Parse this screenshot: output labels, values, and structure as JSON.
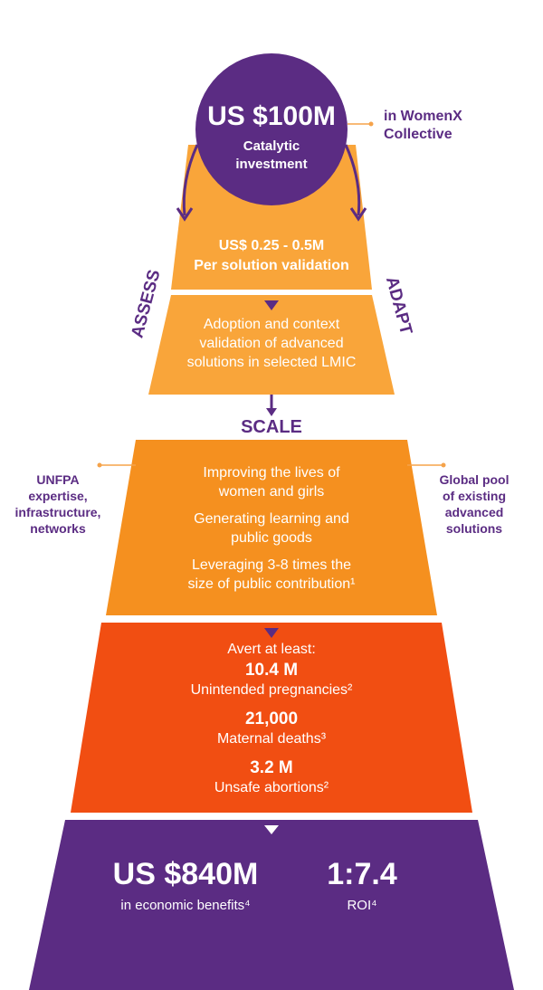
{
  "colors": {
    "purple": "#5b2c83",
    "light_orange": "#f9a53a",
    "orange": "#f5901f",
    "red_orange": "#f14e12",
    "dot_orange": "#f5a34a"
  },
  "top": {
    "amount": "US $100M",
    "subtitle_line1": "Catalytic",
    "subtitle_line2": "investment",
    "side_note_line1": "in WomenX",
    "side_note_line2": "Collective"
  },
  "assess_adapt": {
    "validation_amount": "US$ 0.25 - 0.5M",
    "validation_label": "Per solution validation",
    "adoption_line1": "Adoption and context",
    "adoption_line2": "validation of advanced",
    "adoption_line3": "solutions in selected LMIC",
    "left_label": "ASSESS",
    "right_label": "ADAPT"
  },
  "scale": {
    "label": "SCALE",
    "left_note": [
      "UNFPA",
      "expertise,",
      "infrastructure,",
      "networks"
    ],
    "right_note": [
      "Global pool",
      "of existing",
      "advanced",
      "solutions"
    ],
    "item1_line1": "Improving the lives of",
    "item1_line2": "women and girls",
    "item2_line1": "Generating learning and",
    "item2_line2": "public goods",
    "item3_line1": "Leveraging 3-8 times the",
    "item3_line2": "size of public contribution¹"
  },
  "avert": {
    "intro": "Avert at least:",
    "items": [
      {
        "value": "10.4 M",
        "label": "Unintended pregnancies²"
      },
      {
        "value": "21,000",
        "label": "Maternal deaths³"
      },
      {
        "value": "3.2 M",
        "label": "Unsafe abortions²"
      }
    ]
  },
  "results": {
    "benefits_value": "US $840M",
    "benefits_label": "in economic benefits⁴",
    "roi_value": "1:7.4",
    "roi_label": "ROI⁴"
  }
}
